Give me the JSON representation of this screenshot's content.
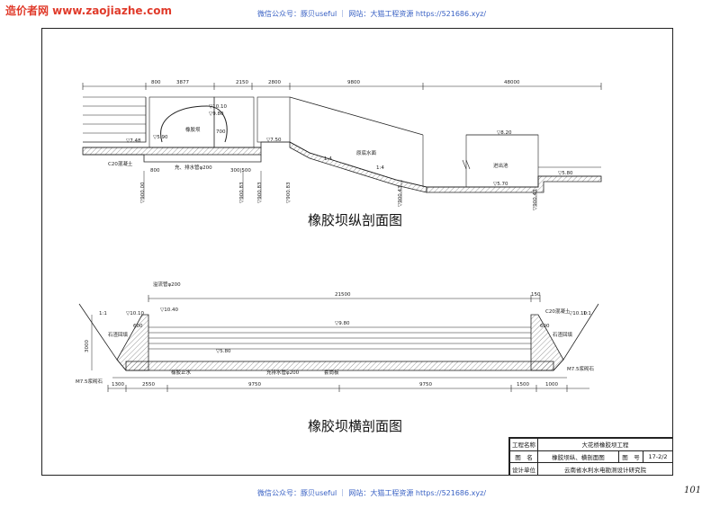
{
  "header": {
    "site": "造价者网 www.zaojiazhe.com",
    "watermark": "微信公众号：豚贝useful ｜ 网站：大猫工程资源 https://521686.xyz/"
  },
  "footer": {
    "watermark": "微信公众号：豚贝useful ｜ 网站：大猫工程资源 https://521686.xyz/",
    "page_number": "101"
  },
  "longitudinal": {
    "title": "橡胶坝纵剖面图",
    "dims": [
      "800",
      "3877",
      "2150",
      "2800",
      "9800",
      "48000"
    ],
    "elevations": [
      "▽10.10",
      "▽9.80",
      "▽7.48",
      "▽5.90",
      "▽7.50",
      "▽8.20",
      "▽5.80",
      "▽5.70"
    ],
    "labels": [
      "橡胶坝",
      "700",
      "C20混凝土",
      "充、排水管φ200",
      "800",
      "300|500",
      "原底水面",
      "1:4",
      "1:4",
      "进出池"
    ],
    "vertical_labels": [
      "▽900.00",
      "▽900.83",
      "▽900.83",
      "▽900.83",
      "▽900.43",
      "▽900.43"
    ]
  },
  "transverse": {
    "title": "橡胶坝横剖面图",
    "dims_top": [
      "21500",
      "150"
    ],
    "dims_bottom": [
      "1300",
      "2550",
      "9750",
      "9750",
      "1500",
      "1000"
    ],
    "elevations": [
      "▽10.10",
      "▽10.40",
      "▽9.80",
      "▽5.80",
      "▽10.10"
    ],
    "labels": [
      "溢流管φ200",
      "1:1",
      "1:1",
      "600",
      "600",
      "石渣回填",
      "石渣回填",
      "3000",
      "橡胶止水",
      "充排水管φ200",
      "套筒板",
      "C20混凝土",
      "M7.5浆砌石",
      "M7.5浆砌石"
    ]
  },
  "title_block": {
    "project_label": "工程名称",
    "project_value": "大花桥橡胶坝工程",
    "drawing_label": "图　名",
    "drawing_value": "橡胶坝纵、横剖面图",
    "number_label": "图　号",
    "number_value": "17-2/2",
    "designer_label": "设计单位",
    "designer_value": "云南省水利水电勘测设计研究院"
  }
}
